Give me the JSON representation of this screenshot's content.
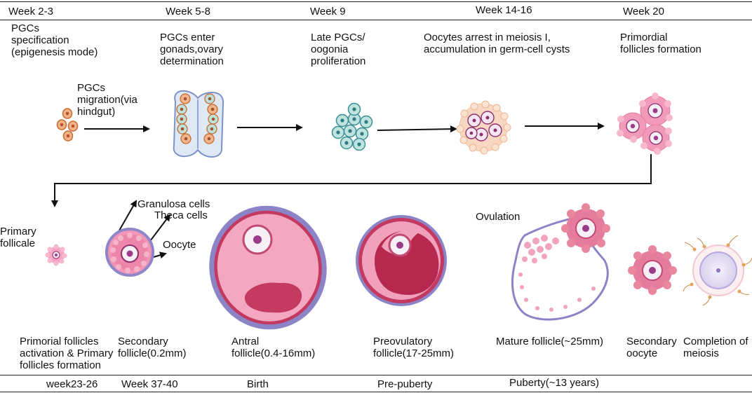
{
  "top_timeline": [
    "Week 2-3",
    "Week 5-8",
    "Week 9",
    "Week 14-16",
    "Week 20"
  ],
  "top_stages": [
    "PGCs\nspecification\n(epigenesis mode)",
    "PGCs enter\ngonads,ovary\ndetermination",
    "Late PGCs/\noogonia\nproliferation",
    "Oocytes arrest in meiosis I,\naccumulation in germ-cell cysts",
    "Primordial\nfollicles formation"
  ],
  "migration_label": "PGCs\nmigration(via\nhindgut)",
  "annotations": {
    "granulosa": "Granulosa cells",
    "theca": "Theca cells",
    "oocyte": "Oocyte",
    "ovulation": "Ovulation",
    "primary_follicle": "Primary\nfollicale"
  },
  "bottom_stages": [
    "Primorial follicles\nactivation & Primary\nfollicles formation",
    "Secondary\nfollicle(0.2mm)",
    "Antral\nfollicle(0.4-16mm)",
    "Preovulatory\nfollicle(17-25mm)",
    "Mature follicle(~25mm)",
    "Secondary\noocyte",
    "Completion of\nmeiosis"
  ],
  "bottom_timeline": [
    "week23-26",
    "Week 37-40",
    "Birth",
    "Pre-puberty",
    "Puberty(~13 years)"
  ]
}
